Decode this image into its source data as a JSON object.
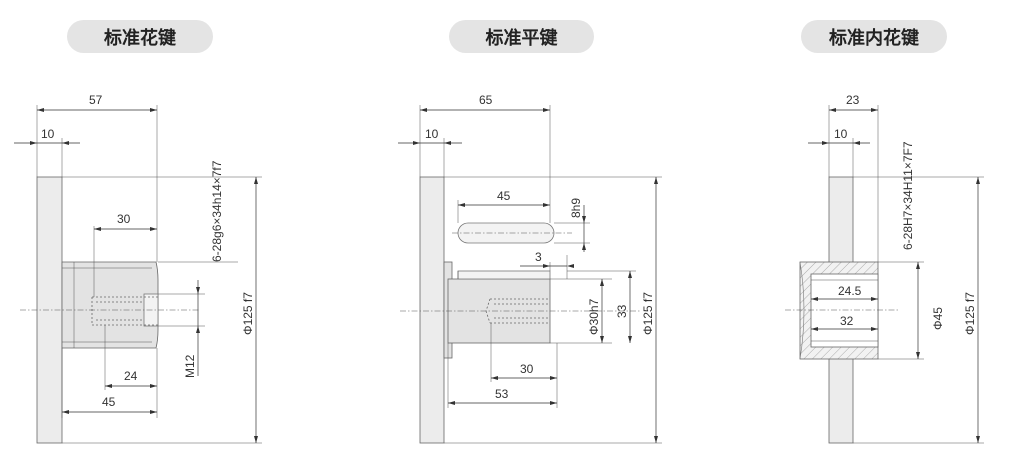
{
  "panels": [
    {
      "title": "标准花键",
      "dims": {
        "overall_len": "57",
        "flange_thk": "10",
        "spline_spec": "6-28g6×34h14×7f7",
        "thread_depth": "30",
        "diameter": "Φ125 f7",
        "thread": "M12",
        "thread_len": "24",
        "shaft_len": "45"
      }
    },
    {
      "title": "标准平键",
      "dims": {
        "overall_len": "65",
        "flange_thk": "10",
        "key_len": "45",
        "key_width": "8h9",
        "key_offset": "3",
        "shaft_dia": "Φ30h7",
        "key_height": "33",
        "diameter": "Φ125 f7",
        "thread_depth": "30",
        "shaft_len": "53"
      }
    },
    {
      "title": "标准内花键",
      "dims": {
        "overall_len": "23",
        "flange_thk": "10",
        "spline_spec": "6-28H7×34H11×7F7",
        "inner_1": "24.5",
        "inner_2": "32",
        "hub_dia": "Φ45",
        "diameter": "Φ125 f7"
      }
    }
  ],
  "colors": {
    "part_fill": "#e3e3e3",
    "line": "#333333",
    "pill": "#e4e4e4"
  }
}
